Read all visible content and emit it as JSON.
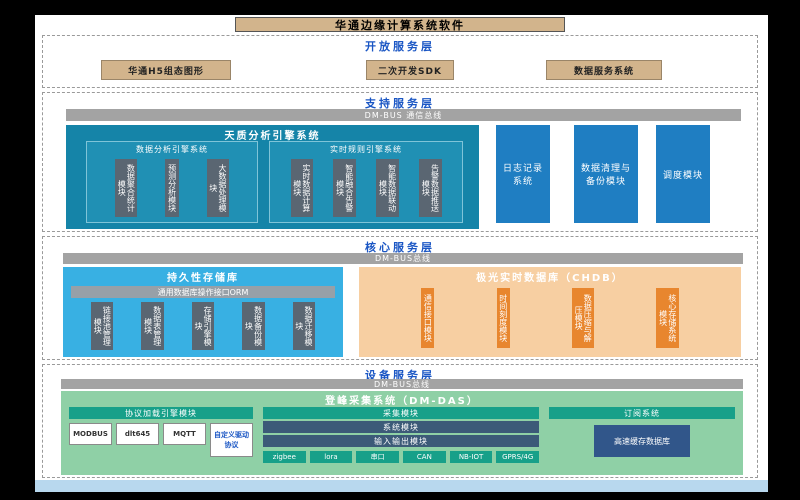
{
  "title": "华通边缘计算系统软件",
  "palette": {
    "tan": "#d2b48c",
    "layer_title_blue": "#1a56c4",
    "bus_gray": "#a3a3a3",
    "engine_teal": "#1584a8",
    "module_gray": "#5a6672",
    "side_blue": "#1f7ec2",
    "storage_blue": "#38b0e3",
    "chdb_peach": "#f7cfa2",
    "module_orange": "#e8862e",
    "das_green": "#8fd0a6",
    "device_teal": "#17a089",
    "dark_slate": "#3c5a78",
    "cache_navy": "#31568a",
    "bottom_strip_blue": "#b8d8ee"
  },
  "layers": {
    "open": {
      "title": "开放服务层",
      "boxes": [
        "华通H5组态图形",
        "二次开发SDK",
        "数据服务系统"
      ]
    },
    "support": {
      "title": "支持服务层",
      "bus": "DM-BUS 通信总线",
      "engine": {
        "title": "天质分析引擎系统",
        "left": {
          "title": "数据分析引擎系统",
          "modules": [
            "数据聚合统计模块",
            "预测分析模块",
            "大数据处理模块"
          ]
        },
        "right": {
          "title": "实时规则引擎系统",
          "modules": [
            "实时数据计算模块",
            "智能融合告警模块",
            "智能数据联动模块",
            "告警数据推送模块"
          ]
        }
      },
      "side_boxes": [
        "日志记录系统",
        "数据清理与备份模块",
        "调度模块"
      ]
    },
    "core": {
      "title": "核心服务层",
      "bus": "DM-BUS总线",
      "storage": {
        "title": "持久性存储库",
        "orm": "通用数据库操作接口ORM",
        "modules": [
          "链接池管理模块",
          "数据表管理模块",
          "存储引擎模块",
          "数据备份模块",
          "数据迁移模块"
        ]
      },
      "realtime_db": {
        "title": "极光实时数据库（CHDB）",
        "modules": [
          "通信接口模块",
          "时间刻度模块",
          "数据压缩与解压模块",
          "核心存储系统模块"
        ]
      }
    },
    "device": {
      "title": "设备服务层",
      "bus": "DM-BUS总线",
      "das": {
        "title": "登峰采集系统（DM-DAS）",
        "protocol": {
          "title": "协议加载引擎模块",
          "items": [
            "MODBUS",
            "dlt645",
            "MQTT",
            "自定义驱动协议"
          ]
        },
        "collect": {
          "bar": "采集模块",
          "rows": [
            "系统模块",
            "输入输出模块"
          ],
          "channels": [
            "zigbee",
            "lora",
            "串口",
            "CAN",
            "NB-IOT",
            "GPRS/4G"
          ]
        },
        "subscribe": {
          "title": "订阅系统",
          "cache": "高速缓存数据库"
        }
      }
    }
  }
}
